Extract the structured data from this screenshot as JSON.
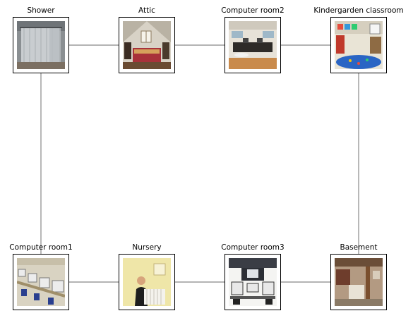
{
  "nodes": [
    {
      "id": "shower",
      "label": "Shower",
      "icon": "shower-photo-icon"
    },
    {
      "id": "attic",
      "label": "Attic",
      "icon": "attic-photo-icon"
    },
    {
      "id": "computer-room2",
      "label": "Computer room2",
      "icon": "computer-room-photo-icon"
    },
    {
      "id": "kindergarden-classroom",
      "label": "Kindergarden classroom",
      "icon": "classroom-photo-icon"
    },
    {
      "id": "computer-room1",
      "label": "Computer room1",
      "icon": "computer-lab-photo-icon"
    },
    {
      "id": "nursery",
      "label": "Nursery",
      "icon": "nursery-photo-icon"
    },
    {
      "id": "computer-room3",
      "label": "Computer room3",
      "icon": "computer-lab-photo-icon"
    },
    {
      "id": "basement",
      "label": "Basement",
      "icon": "basement-photo-icon"
    }
  ],
  "edges": [
    [
      "shower",
      "attic"
    ],
    [
      "attic",
      "computer-room2"
    ],
    [
      "computer-room2",
      "kindergarden-classroom"
    ],
    [
      "shower",
      "computer-room1"
    ],
    [
      "kindergarden-classroom",
      "basement"
    ],
    [
      "computer-room1",
      "nursery"
    ],
    [
      "nursery",
      "computer-room3"
    ],
    [
      "computer-room3",
      "basement"
    ]
  ],
  "colors": {
    "edge": "#888888",
    "frame_border": "#000000"
  }
}
